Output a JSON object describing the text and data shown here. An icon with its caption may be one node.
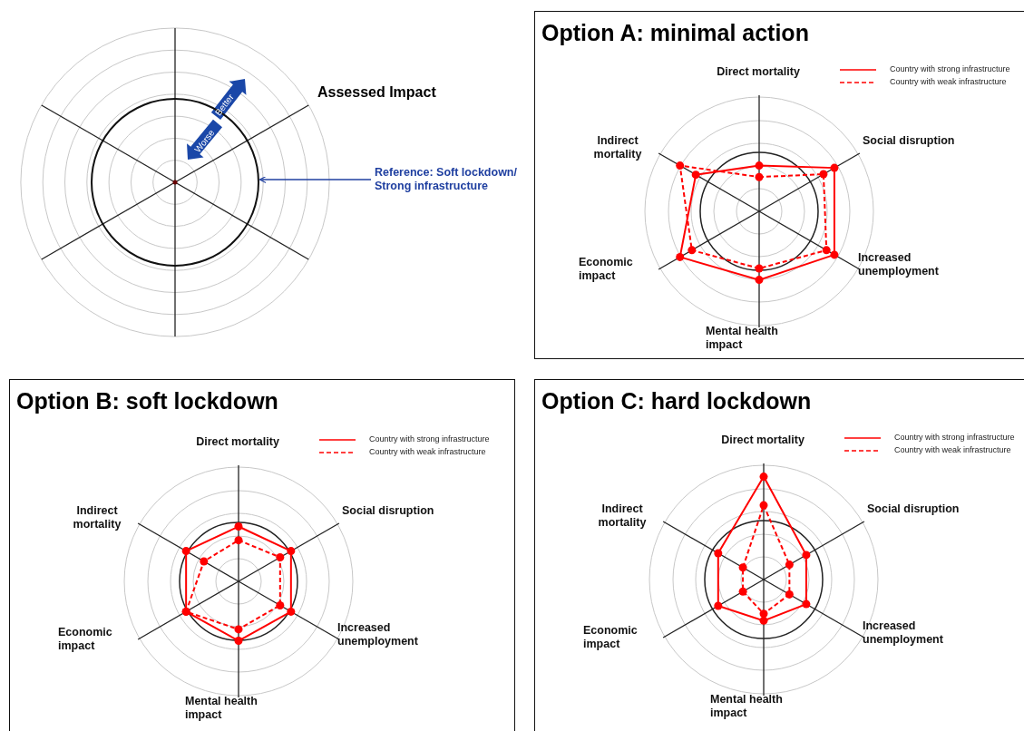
{
  "diagram": {
    "nodes": [
      {
        "text": [],
        "shape": "circle"
      },
      {
        "text": [
          "Reference: Soft lockdown/ Strong infrastructure"
        ]
      },
      {
        "text": [
          "Option A: minimal action"
        ]
      },
      {
        "text": [
          "Option B: soft lockdown"
        ]
      },
      {
        "text": [
          "Option C: hard lockdown"
        ]
      }
    ],
    "edges": [
      {
        "from": 1,
        "to": 0,
        "arrow": "to",
        "color": "#1f3fa0"
      }
    ],
    "labels": [
      "Assessed Impact",
      "Better",
      "Worse",
      "Direct mortality",
      "Social disruption",
      "Increased unemployment",
      "Mental health impact",
      "Economic impact",
      "Indirect mortality",
      "Direct mortality",
      "Social disruption",
      "Increased unemployment",
      "Mental health impact",
      "Economic impact",
      "Indirect mortality",
      "Direct mortality",
      "Social disruption",
      "Increased unemployment",
      "Mental health impact",
      "Economic impact",
      "Indirect mortality"
    ],
    "legend": [
      {
        "text": "Country with strong infrastructure"
      },
      {
        "text": "Country with weak infrastructure"
      },
      {
        "text": "Country with strong infrastructure"
      },
      {
        "text": "Country with weak infrastructure"
      },
      {
        "text": "Country with strong infrastructure"
      },
      {
        "text": "Country with weak infrastructure"
      }
    ]
  }
}
